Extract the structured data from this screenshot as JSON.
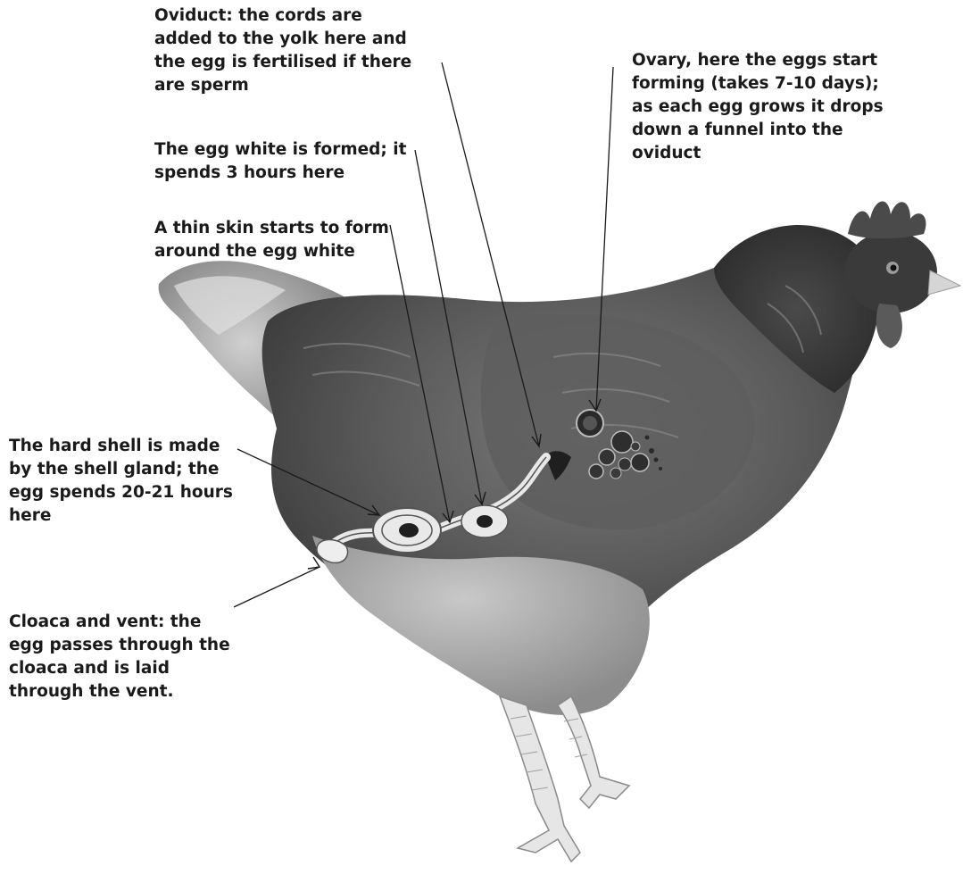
{
  "labels": {
    "oviduct": "Oviduct: the cords are added to the yolk here and the egg is fertilised if there are sperm",
    "ovary": "Ovary, here the eggs start forming (takes 7-10 days); as each egg grows it drops down a funnel into the oviduct",
    "egg_white": "The egg white is formed; it spends 3 hours here",
    "thin_skin": "A thin skin starts to form around the egg white",
    "hard_shell": "The hard shell is made by the shell gland; the egg spends 20-21 hours here",
    "cloaca": "Cloaca and vent: the egg passes through the cloaca and is laid through the vent."
  },
  "colors": {
    "plumage_dark": "#3a3a3a",
    "plumage_mid": "#6e6e6e",
    "plumage_light": "#bdbdbd",
    "comb": "#4a4a4a",
    "legs": "#e6e6e6",
    "line": "#1a1a1a",
    "label_text": "#1a1a1a"
  }
}
